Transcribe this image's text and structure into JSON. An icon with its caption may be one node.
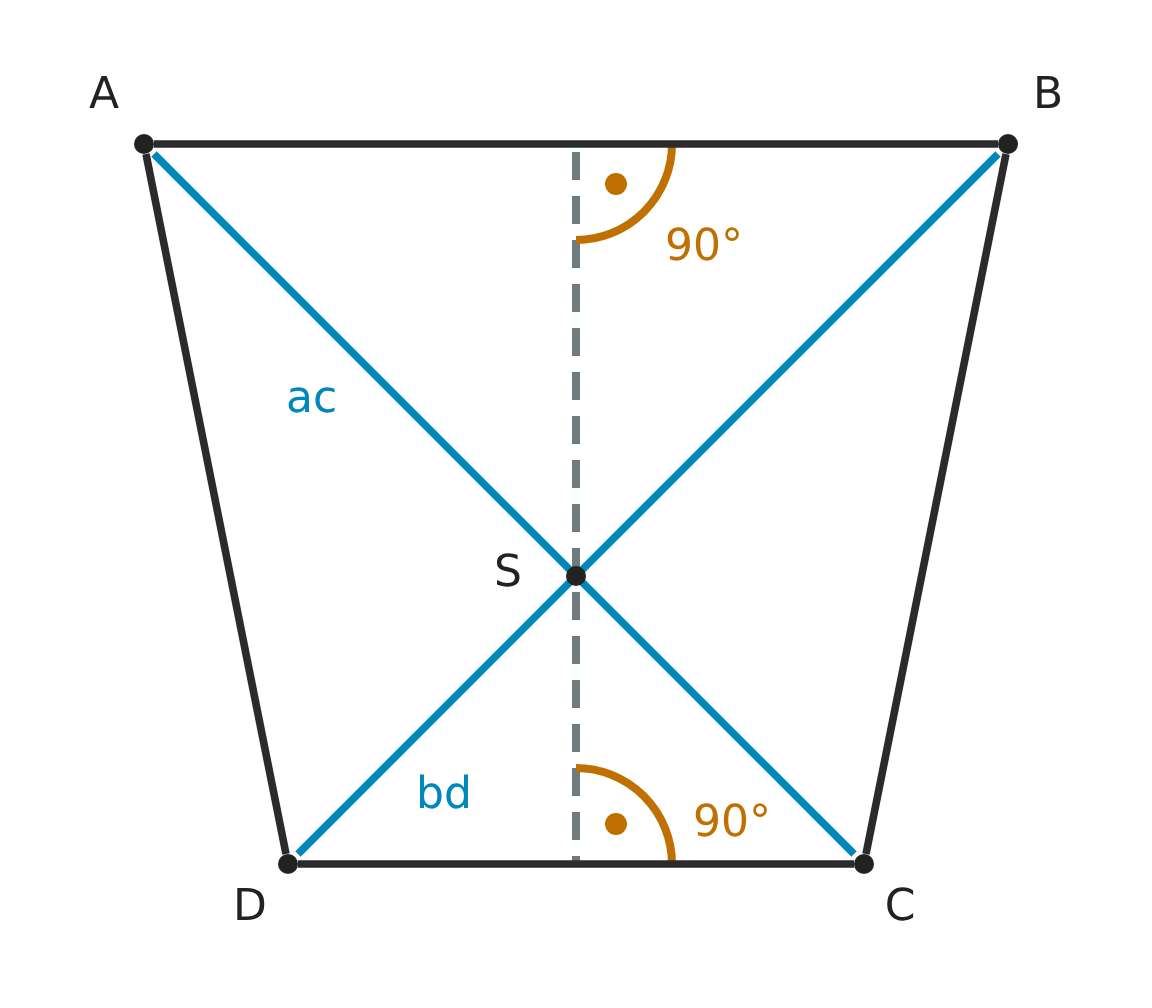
{
  "diagram": {
    "nodes": [
      {
        "text": [
          "A"
        ]
      },
      {
        "text": [
          "B"
        ]
      },
      {
        "text": [
          "C"
        ]
      },
      {
        "text": [
          "D"
        ]
      },
      {
        "text": [
          "S"
        ]
      }
    ],
    "edges": [
      {
        "from": 0,
        "to": 1,
        "arrow": "none"
      },
      {
        "from": 1,
        "to": 2,
        "arrow": "none"
      },
      {
        "from": 2,
        "to": 3,
        "arrow": "none"
      },
      {
        "from": 3,
        "to": 0,
        "arrow": "none"
      },
      {
        "from": 0,
        "to": 2,
        "arrow": "none",
        "label": "ac",
        "color": "#0088bb"
      },
      {
        "from": 1,
        "to": 3,
        "arrow": "none",
        "label": "bd",
        "color": "#0088bb"
      }
    ],
    "labels": [
      "90°",
      "90°"
    ]
  }
}
